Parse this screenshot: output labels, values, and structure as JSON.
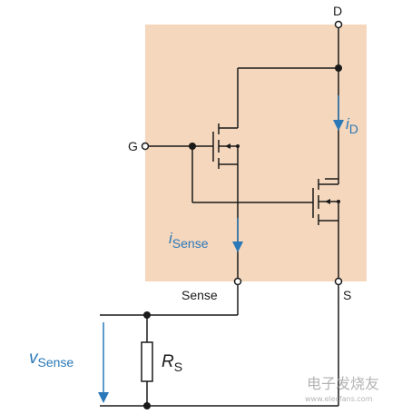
{
  "labels": {
    "drain": "D",
    "gate": "G",
    "source": "S",
    "sense": "Sense",
    "id_main": "i",
    "id_sub": "D",
    "isense_main": "i",
    "isense_sub": "Sense",
    "vsense_main": "v",
    "vsense_sub": "Sense",
    "rs_main": "R",
    "rs_sub": "S"
  },
  "watermark": {
    "text": "电子发烧友",
    "url": "www.elecfans.com"
  },
  "colors": {
    "package_fill": "#f5d7bd",
    "accent_blue": "#2a78b7",
    "wire": "#1a1a1a"
  }
}
